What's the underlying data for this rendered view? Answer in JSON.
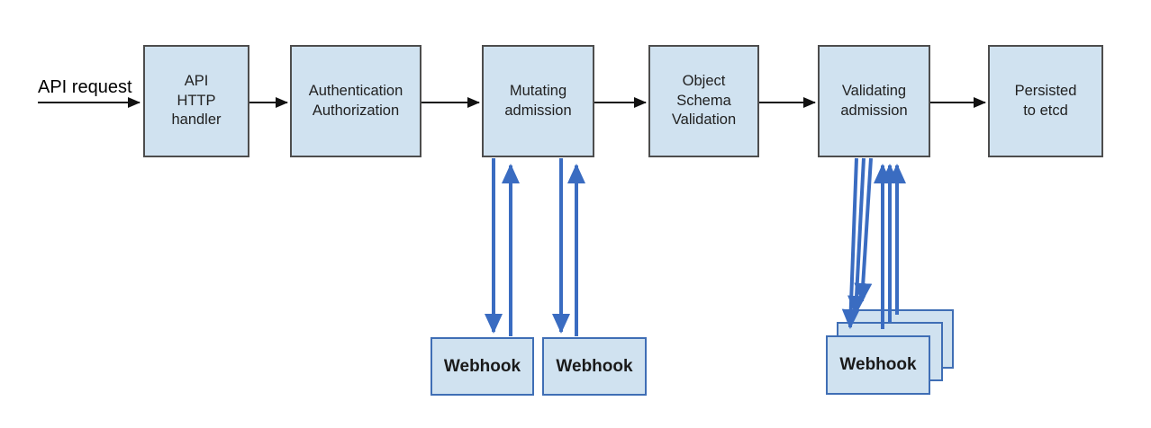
{
  "colors": {
    "background": "#ffffff",
    "node_fill": "#d0e2f0",
    "node_border": "#4d4d4d",
    "webhook_border": "#3f6eb5",
    "blue_arrow": "#3a6cc1",
    "black_arrow": "#111111",
    "text": "#212121"
  },
  "edge_label": {
    "api_request": "API request"
  },
  "nodes": [
    {
      "id": "api-http-handler",
      "label": "API\nHTTP\nhandler"
    },
    {
      "id": "authentication-authorization",
      "label": "Authentication\nAuthorization"
    },
    {
      "id": "mutating-admission",
      "label": "Mutating\nadmission"
    },
    {
      "id": "object-schema-validation",
      "label": "Object\nSchema\nValidation"
    },
    {
      "id": "validating-admission",
      "label": "Validating\nadmission"
    },
    {
      "id": "persisted-to-etcd",
      "label": "Persisted\nto etcd"
    }
  ],
  "webhooks": {
    "mutating": [
      {
        "label": "Webhook"
      },
      {
        "label": "Webhook"
      }
    ],
    "validating": {
      "label": "Webhook",
      "stack_count": 3
    }
  }
}
